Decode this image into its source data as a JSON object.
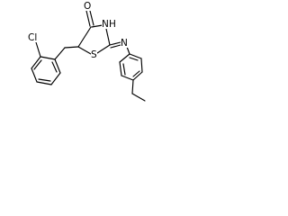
{
  "molecule": {
    "atoms": {
      "oxygen": "O",
      "nitrogen_ring": "N",
      "hydrogen_nh": "H",
      "sulfur": "S",
      "nitrogen_imine": "N",
      "chlorine": "Cl"
    },
    "bond_color": "#000000",
    "background_color": "#ffffff"
  }
}
